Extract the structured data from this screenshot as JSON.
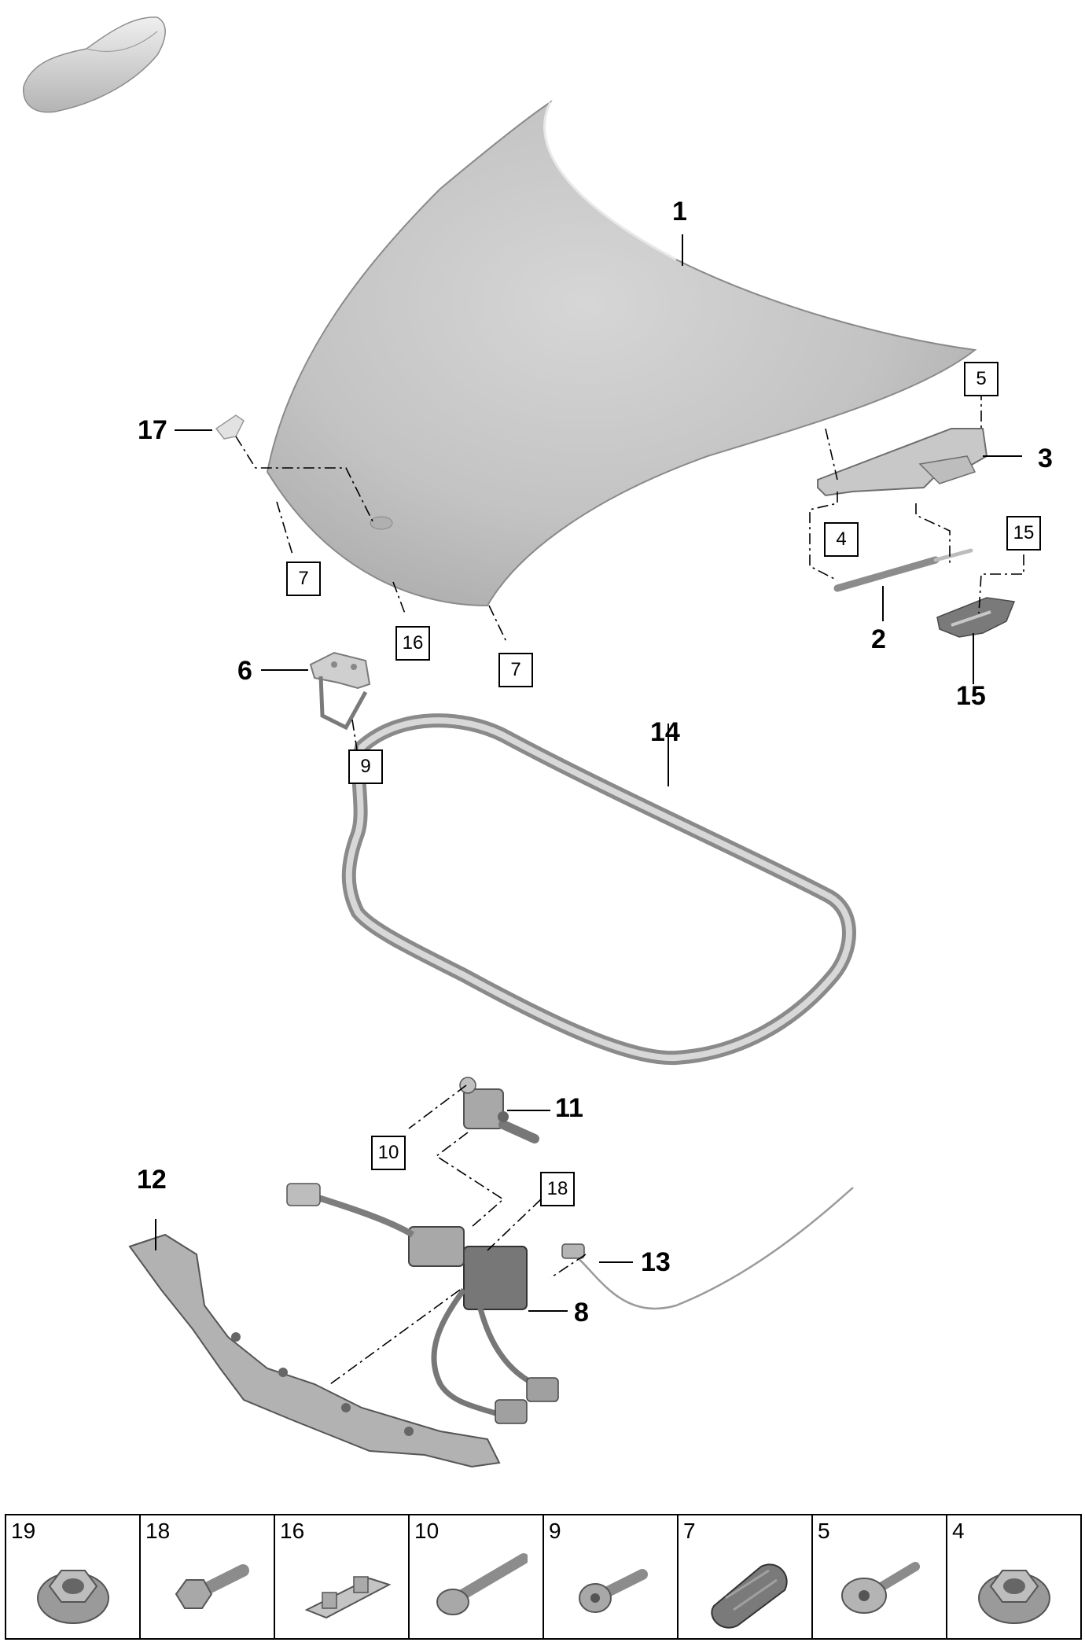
{
  "callouts": {
    "c1": "1",
    "c2": "2",
    "c3": "3",
    "c6": "6",
    "c8": "8",
    "c11": "11",
    "c12": "12",
    "c13": "13",
    "c14": "14",
    "c15": "15",
    "c17": "17"
  },
  "refs": {
    "r5": "5",
    "r4": "4",
    "r15": "15",
    "r7a": "7",
    "r16": "16",
    "r7b": "7",
    "r9": "9",
    "r10": "10",
    "r18": "18"
  },
  "hardware": [
    {
      "num": "19",
      "icon": "flange-nut-icon"
    },
    {
      "num": "18",
      "icon": "hex-bolt-icon"
    },
    {
      "num": "16",
      "icon": "clip-bracket-icon"
    },
    {
      "num": "10",
      "icon": "long-bolt-icon"
    },
    {
      "num": "9",
      "icon": "torx-screw-icon"
    },
    {
      "num": "7",
      "icon": "rubber-buffer-icon"
    },
    {
      "num": "5",
      "icon": "washer-screw-icon"
    },
    {
      "num": "4",
      "icon": "flange-nut-icon"
    }
  ],
  "colors": {
    "part_fill": "#c8c8c8",
    "part_shade": "#9a9a9a",
    "line": "#000000"
  }
}
